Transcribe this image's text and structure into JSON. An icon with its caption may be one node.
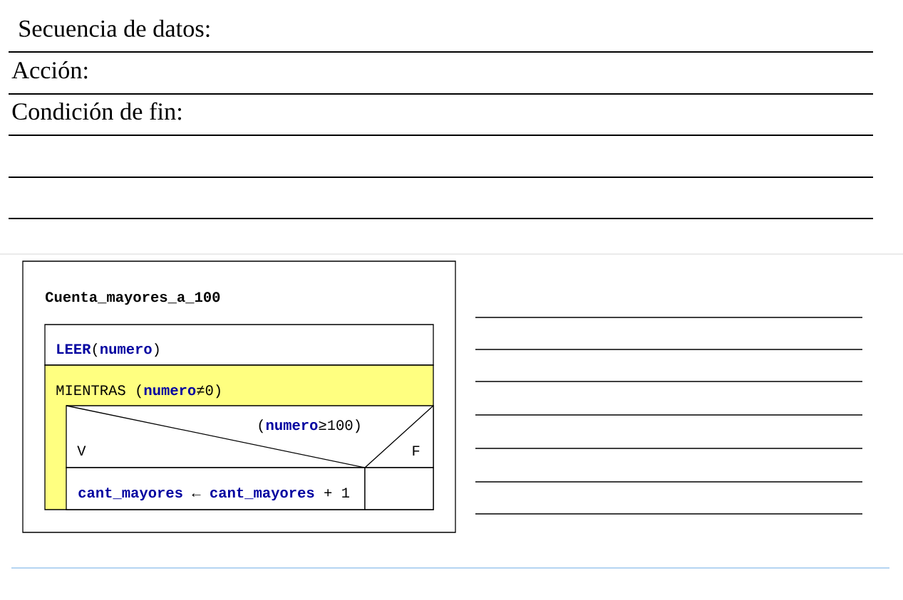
{
  "diagram": {
    "nodes": [
      {
        "text": [
          "Cuenta_mayores_a_100"
        ]
      },
      {
        "text": [
          "**LEER**(**numero**)"
        ],
        "in": 0
      },
      {
        "text": [
          "MIENTRAS (**numero**≠0)"
        ],
        "in": 0
      },
      {
        "text": [
          "(**numero**≥100)",
          "V",
          "F"
        ],
        "in": 2
      },
      {
        "text": [
          "**cant_mayores** ← **cant_mayores** + 1"
        ],
        "in": 2
      },
      {
        "text": [],
        "shape": "box",
        "in": 2
      }
    ],
    "labels": [
      "Secuencia de datos:",
      "Acción:",
      "Condición de fin:"
    ]
  }
}
